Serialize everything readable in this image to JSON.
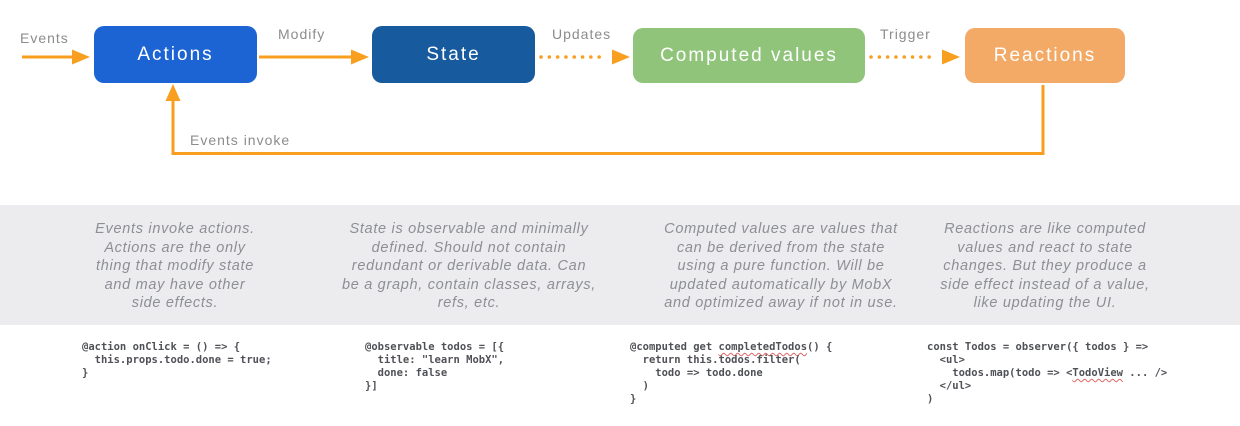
{
  "diagram": {
    "nodes": [
      {
        "id": "actions",
        "label": "Actions",
        "color": "#1c63d3",
        "text_color": "#ffffff"
      },
      {
        "id": "state",
        "label": "State",
        "color": "#175a9d",
        "text_color": "#ffffff"
      },
      {
        "id": "computed",
        "label": "Computed values",
        "color": "#90c47a",
        "text_color": "#ffffff"
      },
      {
        "id": "reactions",
        "label": "Reactions",
        "color": "#f3aa66",
        "text_color": "#ffffff"
      }
    ],
    "edge_labels": {
      "events": "Events",
      "modify": "Modify",
      "updates": "Updates",
      "trigger": "Trigger",
      "feedback": "Events invoke"
    },
    "arrow_color": "#f99f1f",
    "label_color": "#8c8c8c",
    "edge_styles": {
      "events": "solid",
      "modify": "solid",
      "updates": "dotted",
      "trigger": "dotted",
      "feedback": "solid"
    }
  },
  "descriptions": [
    {
      "text": "Events invoke actions.\nActions are the only\nthing that modify state\nand may have other\nside effects."
    },
    {
      "text": "State is observable and minimally\ndefined. Should not contain\nredundant or derivable data. Can\nbe a graph, contain classes, arrays,\nrefs, etc."
    },
    {
      "text": "Computed values are values that\ncan be derived from the state\nusing a pure function. Will be\nupdated automatically by MobX\nand optimized away if not in use."
    },
    {
      "text": "Reactions are like computed\nvalues and react to state\nchanges. But they produce a\nside effect instead of a value,\nlike updating the UI."
    }
  ],
  "band_color": "#ececee",
  "code": {
    "snippets": [
      {
        "text": "@action onClick = () => {\n  this.props.todo.done = true;\n}",
        "misspelled": []
      },
      {
        "text": "@observable todos = [{\n  title: \"learn MobX\",\n  done: false\n}]",
        "misspelled": []
      },
      {
        "text": "@computed get completedTodos() {\n  return this.todos.filter(\n    todo => todo.done\n  )\n}",
        "misspelled": [
          "completedTodos"
        ]
      },
      {
        "text": "const Todos = observer({ todos } =>\n  <ul>\n    todos.map(todo => <TodoView ... />\n  </ul>\n)",
        "misspelled": [
          "TodoView"
        ]
      }
    ],
    "text_color": "#4f5156",
    "squiggle_color": "#e06666"
  }
}
